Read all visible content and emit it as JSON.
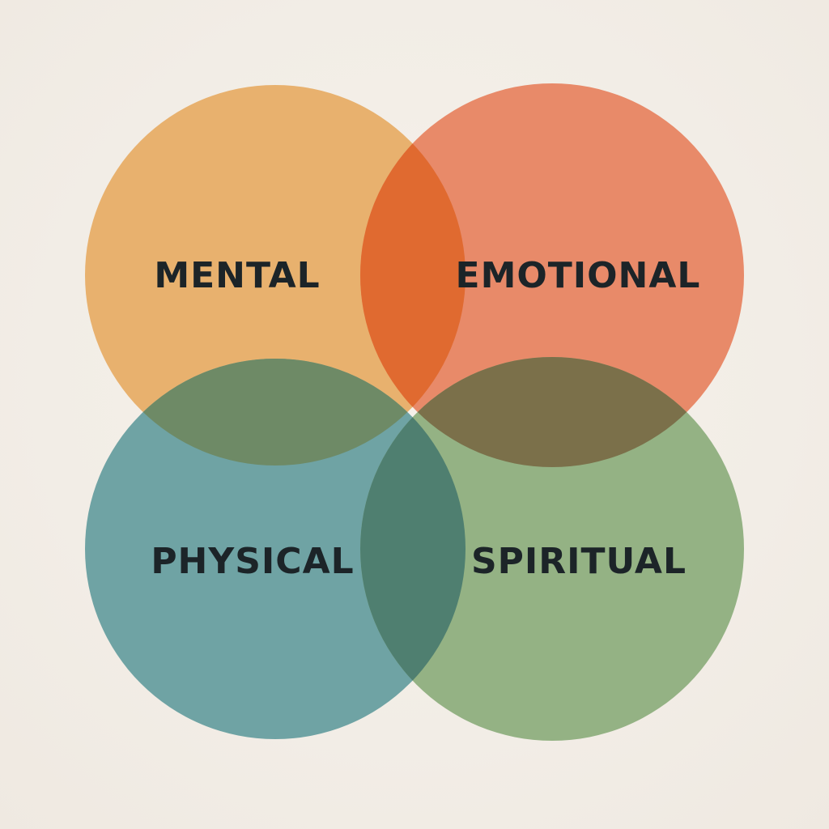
{
  "diagram": {
    "type": "four-circle-venn",
    "circles": [
      {
        "id": "mental",
        "label": "MENTAL",
        "color": "#e8b16e"
      },
      {
        "id": "emotional",
        "label": "EMOTIONAL",
        "color": "#e88a69"
      },
      {
        "id": "physical",
        "label": "PHYSICAL",
        "color": "#6fa3a4"
      },
      {
        "id": "spiritual",
        "label": "SPIRITUAL",
        "color": "#94b284"
      }
    ],
    "overlap_colors": {
      "mental_emotional": "#e06a30",
      "mental_physical": "#6e8a66",
      "emotional_spiritual": "#7b704a",
      "physical_spiritual": "#4f7f70"
    },
    "background_color": "#f3eee7"
  }
}
